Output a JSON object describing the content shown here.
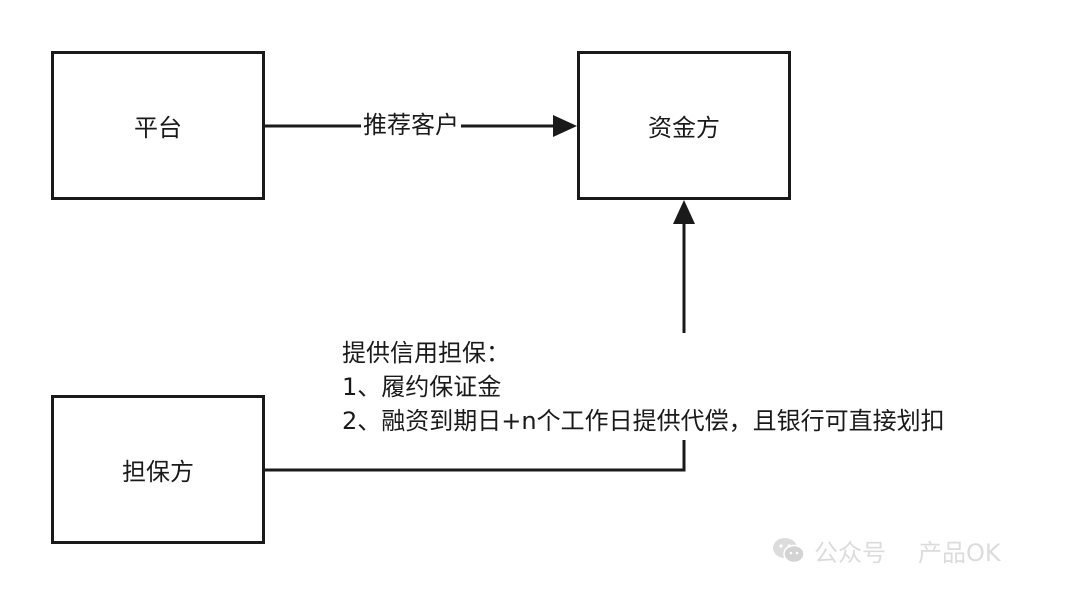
{
  "nodes": {
    "platform": "平台",
    "funder": "资金方",
    "guarantor": "担保方"
  },
  "edges": {
    "recommend_label": "推荐客户"
  },
  "guarantee_note": {
    "title": "提供信用担保：",
    "items": [
      "1、履约保证金",
      "2、融资到期日+n个工作日提供代偿，且银行可直接划扣"
    ]
  },
  "watermark": {
    "icon": "wechat-icon",
    "account": "公众号",
    "name": "产品OK"
  },
  "colors": {
    "stroke": "#1a1a1a",
    "watermark": "#d9d9d9"
  }
}
